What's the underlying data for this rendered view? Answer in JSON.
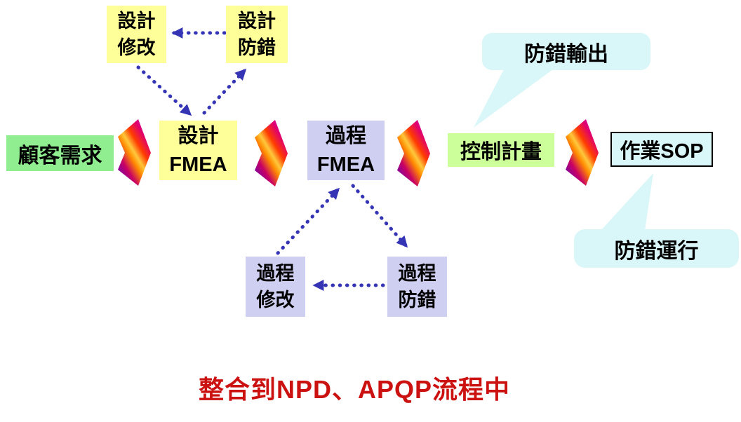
{
  "background": "#FFFFFF",
  "flow_boxes": {
    "customer_need": {
      "label": "顧客需求",
      "fill": "#90EE90"
    },
    "design_fmea": {
      "line1": "設計",
      "line2": "FMEA",
      "fill": "#FFFF99"
    },
    "process_fmea": {
      "line1": "過程",
      "line2": "FMEA",
      "fill": "#CFCFF2"
    },
    "control_plan": {
      "label": "控制計畫",
      "fill": "#CCFF99"
    },
    "operation_sop": {
      "label": "作業SOP",
      "fill": "#D9F6F8",
      "border_color": "#000000"
    }
  },
  "design_loop": {
    "design_change": {
      "line1": "設計",
      "line2": "修改",
      "fill": "#FFFF99"
    },
    "design_errorproof": {
      "line1": "設計",
      "line2": "防錯",
      "fill": "#FFFF99"
    }
  },
  "process_loop": {
    "process_change": {
      "line1": "過程",
      "line2": "修改",
      "fill": "#CFCFF2"
    },
    "process_errorproof": {
      "line1": "過程",
      "line2": "防錯",
      "fill": "#CFCFF2"
    }
  },
  "callouts": {
    "errorproof_output": {
      "label": "防錯輸出",
      "fill": "#D9F6F8"
    },
    "errorproof_run": {
      "label": "防錯運行",
      "fill": "#D9F6F8"
    }
  },
  "caption": {
    "text": "整合到NPD、APQP流程中",
    "color": "#CC1111"
  },
  "arrows": {
    "dotted_color": "#3434B4",
    "flow_gradient": [
      "#C41EC4",
      "#E0006E",
      "#FF3C00",
      "#FFC83C",
      "#FF8A00",
      "#C80064",
      "#6A00B0"
    ]
  }
}
